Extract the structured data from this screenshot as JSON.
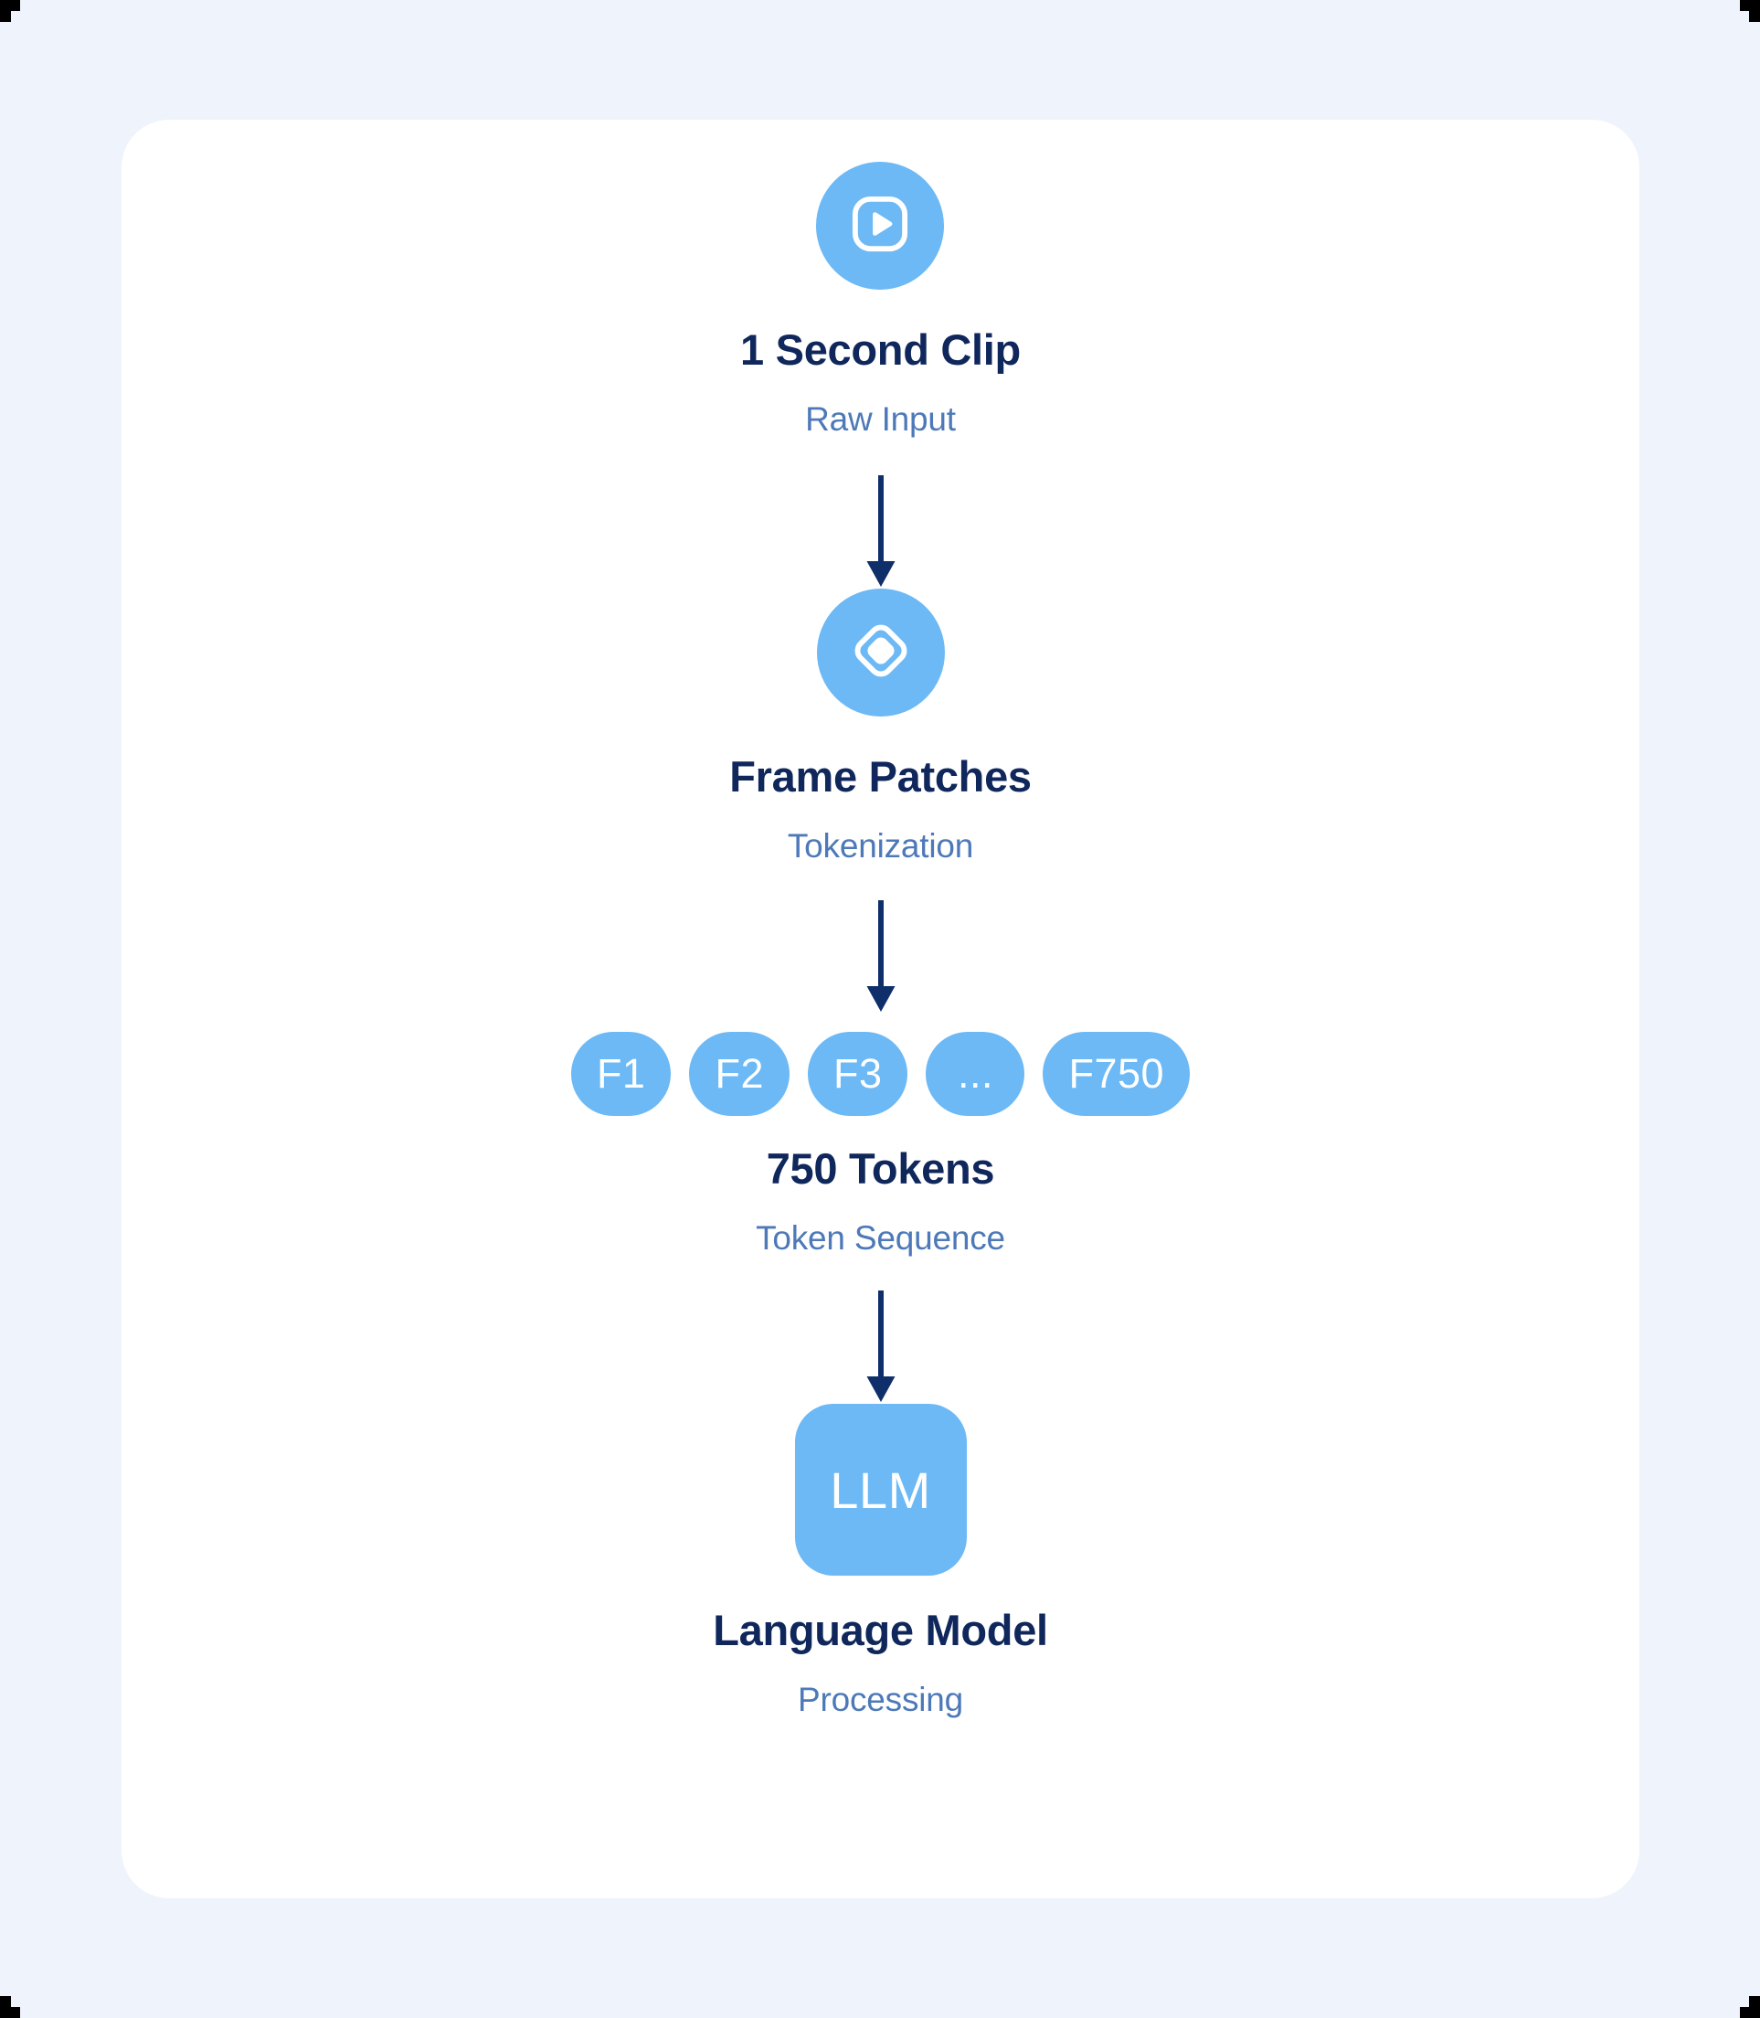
{
  "canvas": {
    "background_color": "#eef3fc",
    "card_background_color": "#ffffff"
  },
  "theme": {
    "accent_blue": "#6cb9f5",
    "title_navy": "#10275c",
    "subtitle_blue": "#4d79b8",
    "arrow_navy": "#0f2f6b",
    "icon_white": "#ffffff"
  },
  "diagram": {
    "type": "flow",
    "orientation": "vertical",
    "stages": [
      {
        "id": "clip",
        "icon": "video-play-icon",
        "shape": "circle",
        "title": "1 Second Clip",
        "subtitle": "Raw Input"
      },
      {
        "id": "patches",
        "icon": "diamond-patch-icon",
        "shape": "circle",
        "title": "Frame Patches",
        "subtitle": "Tokenization"
      },
      {
        "id": "tokens",
        "icon": "token-pill-row",
        "shape": "pills",
        "title": "750 Tokens",
        "subtitle": "Token Sequence",
        "tokens": [
          "F1",
          "F2",
          "F3",
          "...",
          "F750"
        ]
      },
      {
        "id": "llm",
        "icon": "llm-block",
        "shape": "rounded-square",
        "badge_label": "LLM",
        "title": "Language Model",
        "subtitle": "Processing"
      }
    ],
    "arrows": [
      {
        "from": "clip",
        "to": "patches",
        "direction": "down"
      },
      {
        "from": "patches",
        "to": "tokens",
        "direction": "down"
      },
      {
        "from": "tokens",
        "to": "llm",
        "direction": "down"
      }
    ]
  }
}
